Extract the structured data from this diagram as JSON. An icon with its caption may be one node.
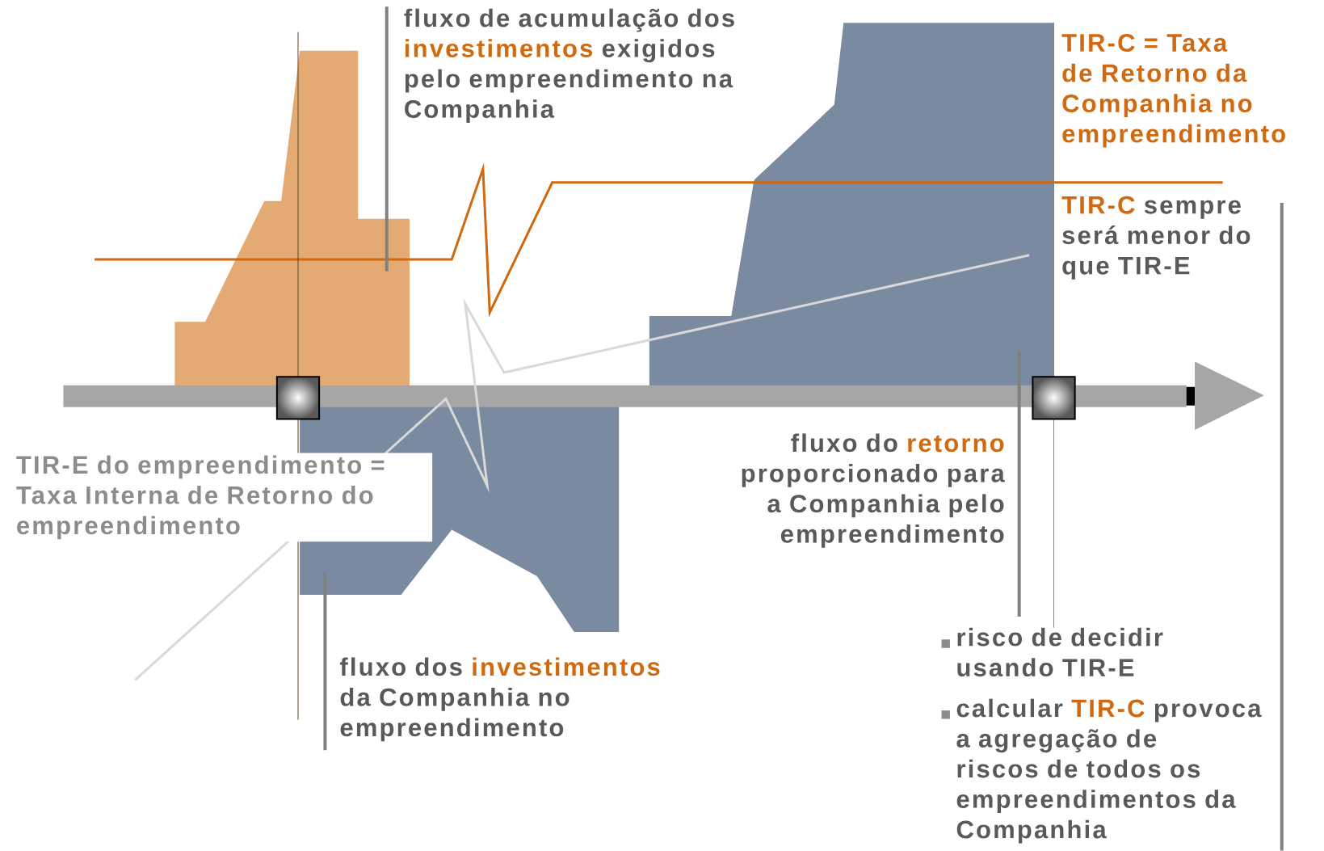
{
  "diagram": {
    "labels": [
      "fluxo de acumulação dos **investimentos** exigidos pelo empreendimento na Companhia",
      "TIR-C = Taxa de Retorno da Companhia no empreendimento",
      "**TIR-C** sempre será menor do que TIR-E",
      "TIR-E do empreendimento = Taxa Interna de Retorno do empreendimento",
      "fluxo do **retorno** proporcionado para a Companhia pelo empreendimento",
      "risco de decidir usando TIR-E",
      "calcular **TIR-C** provoca a agregação de riscos de todos os empreendimentos da Companhia",
      "fluxo dos **investimentos** da Companhia no empreendimento"
    ]
  }
}
